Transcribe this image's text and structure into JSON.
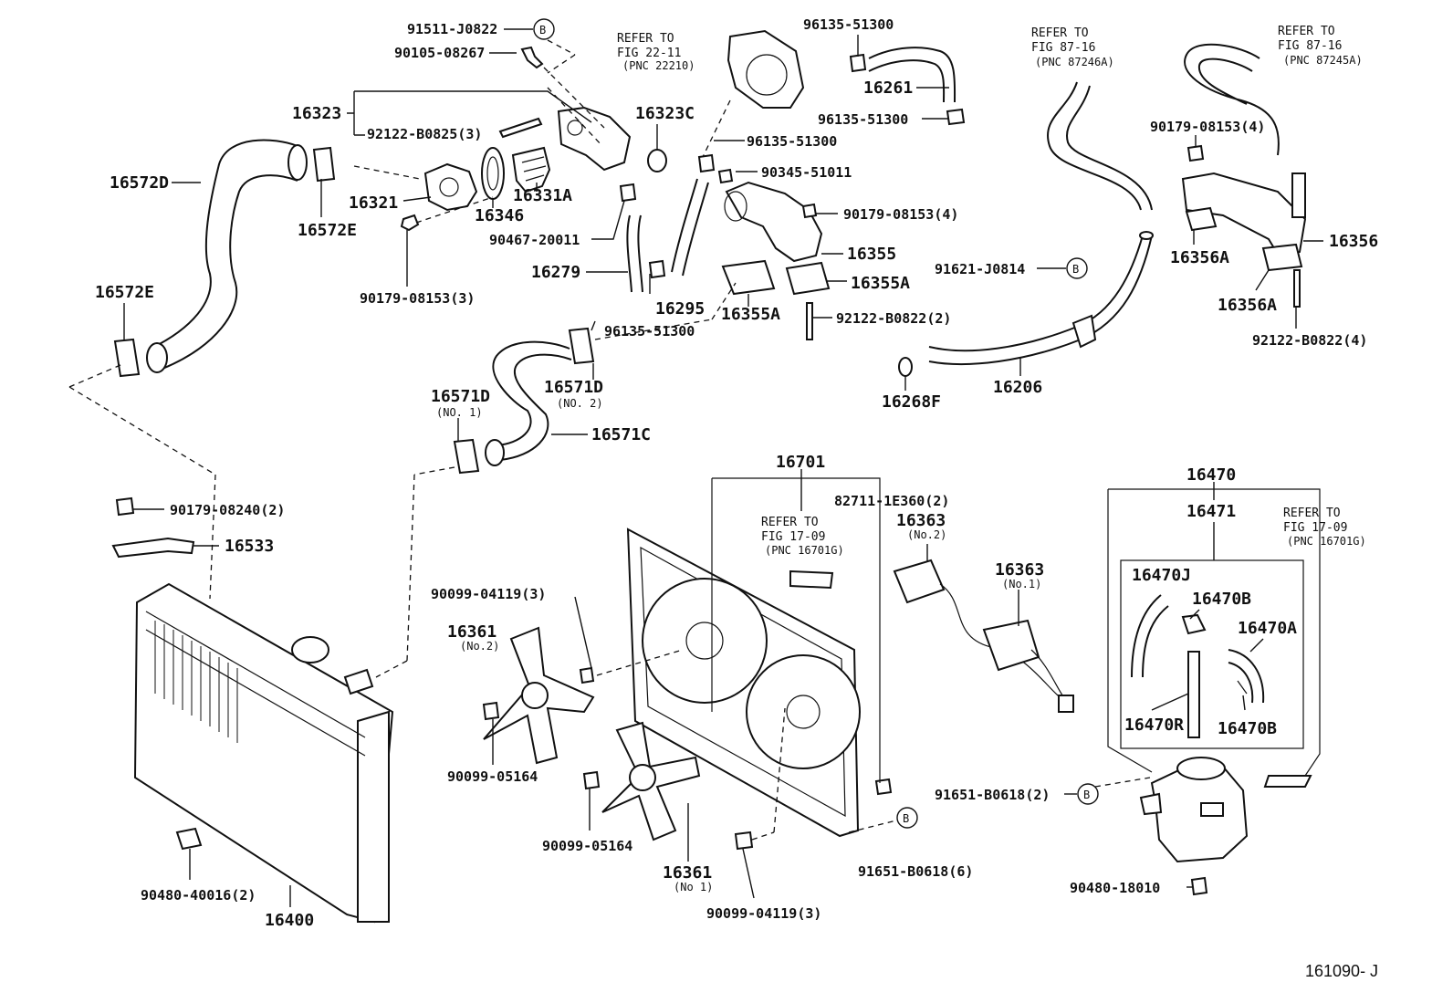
{
  "figure_code": "161090- J",
  "marker_b": "B",
  "labels": {
    "p91511": "91511-J0822",
    "p90105": "90105-08267",
    "p16323": "16323",
    "p92122a": "92122-B0825(3)",
    "p16572D": "16572D",
    "p16321": "16321",
    "p16346": "16346",
    "p16331A": "16331A",
    "p16572E_top": "16572E",
    "p16572E_left": "16572E",
    "p90179_3": "90179-08153(3)",
    "p16323C": "16323C",
    "p90467": "90467-20011",
    "p16279": "16279",
    "p16295": "16295",
    "p96135_a": "96135-51300",
    "p96135_b": "96135-51300",
    "p96135_c": "96135-51300",
    "p96135_d": "96135-51300",
    "p16261": "16261",
    "p90345": "90345-51011",
    "p90179_4a": "90179-08153(4)",
    "p16355": "16355",
    "p16355A_r": "16355A",
    "p16355A_l": "16355A",
    "p92122b": "92122-B0822(2)",
    "p16571D2": "16571D",
    "p16571D2_sub": "(NO. 2)",
    "p16571D1": "16571D",
    "p16571D1_sub": "(NO. 1)",
    "p16571C": "16571C",
    "p91621": "91621-J0814",
    "p16268F": "16268F",
    "p16206": "16206",
    "p90179_4b": "90179-08153(4)",
    "p16356A_a": "16356A",
    "p16356": "16356",
    "p16356A_b": "16356A",
    "p92122c": "92122-B0822(4)",
    "p90179_2": "90179-08240(2)",
    "p16533": "16533",
    "p90480a": "90480-40016(2)",
    "p16400": "16400",
    "p16701": "16701",
    "p82711": "82711-1E360(2)",
    "p90099_04119a": "90099-04119(3)",
    "p16361_2": "16361",
    "p16361_2_sub": "(No.2)",
    "p90099_05164a": "90099-05164",
    "p90099_05164b": "90099-05164",
    "p16361_1": "16361",
    "p16361_1_sub": "(No 1)",
    "p90099_04119b": "90099-04119(3)",
    "p16363_2": "16363",
    "p16363_2_sub": "(No.2)",
    "p16363_1": "16363",
    "p16363_1_sub": "(No.1)",
    "p91651a": "91651-B0618(2)",
    "p91651b": "91651-B0618(6)",
    "p16470": "16470",
    "p16471": "16471",
    "p16470J": "16470J",
    "p16470B_top": "16470B",
    "p16470A": "16470A",
    "p16470R": "16470R",
    "p16470B_bot": "16470B",
    "p90480b": "90480-18010"
  },
  "refs": {
    "r1": [
      "REFER TO",
      "FIG 22-11",
      "(PNC 22210)"
    ],
    "r2": [
      "REFER TO",
      "FIG 87-16",
      "(PNC 87246A)"
    ],
    "r3": [
      "REFER TO",
      "FIG 87-16",
      "(PNC 87245A)"
    ],
    "r4": [
      "REFER TO",
      "FIG 17-09",
      "(PNC 16701G)"
    ],
    "r5": [
      "REFER TO",
      "FIG 17-09",
      "(PNC 16701G)"
    ]
  }
}
